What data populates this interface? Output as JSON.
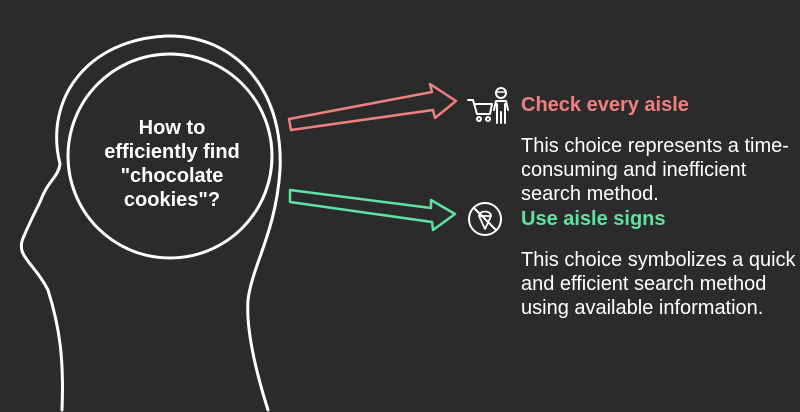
{
  "question": "How to efficiently find \"chocolate cookies\"?",
  "colors": {
    "background": "#2b2b2b",
    "outline": "#ffffff",
    "option1_accent": "#f08080",
    "option2_accent": "#5ee3a0"
  },
  "options": [
    {
      "title": "Check every aisle",
      "description": "This choice represents a time-consuming and inefficient search method.",
      "icon": "shopping-cart-person-icon"
    },
    {
      "title": "Use aisle signs",
      "description": "This choice symbolizes a quick and efficient search method using available information.",
      "icon": "no-ice-cream-icon"
    }
  ]
}
